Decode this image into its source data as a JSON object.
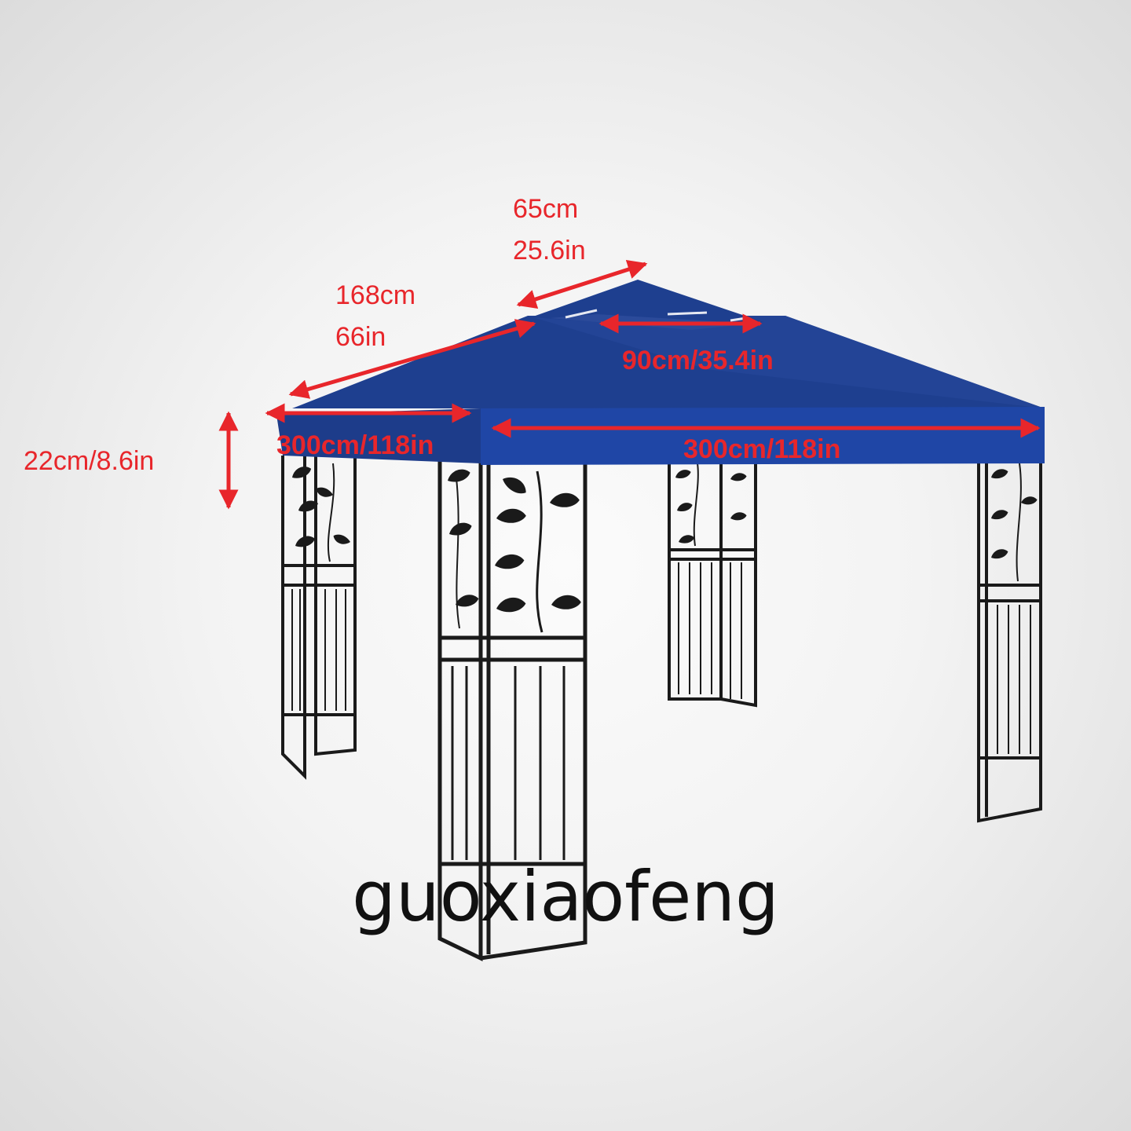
{
  "product": {
    "name": "gazebo canopy",
    "canopy_color": "#1e3f8f",
    "frame_color": "#1a1a1a",
    "dimension_color": "#e8262b"
  },
  "dimensions": {
    "top_vent_width_cm": "65cm",
    "top_vent_width_in": "25.6in",
    "slope_length_cm": "168cm",
    "slope_length_in": "66in",
    "top_tier": "90cm/35.4in",
    "front_side": "300cm/118in",
    "right_side": "300cm/118in",
    "valance_height": "22cm/8.6in"
  },
  "watermark": "guoxiaofeng"
}
